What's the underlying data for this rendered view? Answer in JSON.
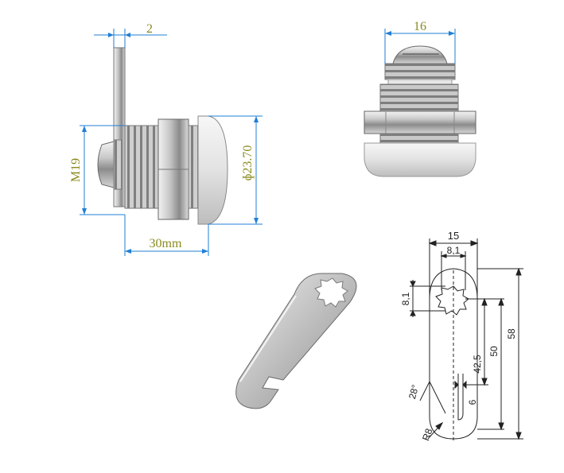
{
  "colors": {
    "dim_blue": "#1f7fd6",
    "dim_olive": "#8a8a1e",
    "metal_dark": "#6f6f6f",
    "metal_mid": "#b7b7b7",
    "metal_light": "#eeeeee",
    "line_black": "#222222"
  },
  "side_view": {
    "cam_thickness": "2",
    "thread": "M19",
    "face_diameter": "ɸ23.70",
    "body_length": "30mm"
  },
  "front_view": {
    "width": "16"
  },
  "cam_drawing": {
    "overall_width": "15",
    "hole_width": "8,1",
    "hole_height": "8,1",
    "slot_width": "6",
    "len_42": "42,5",
    "len_50": "50",
    "len_58": "58",
    "angle": "28°",
    "radius": "R8"
  }
}
